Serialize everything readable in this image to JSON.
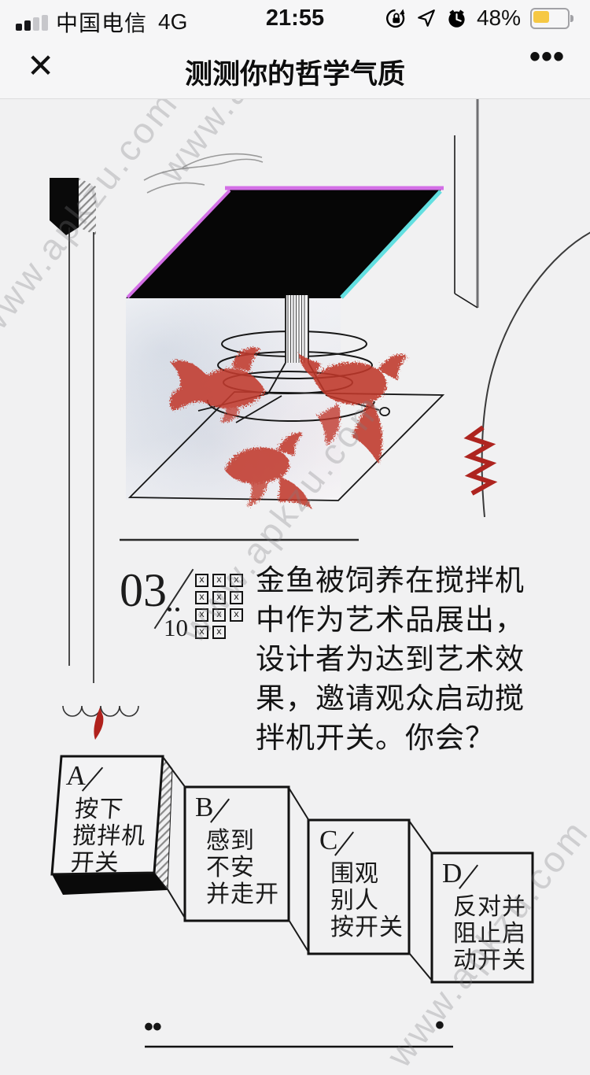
{
  "status_bar": {
    "carrier": "中国电信",
    "network": "4G",
    "time": "21:55",
    "battery_percent": "48%"
  },
  "nav_bar": {
    "close_icon": "✕",
    "title": "测测你的哲学气质",
    "more_icon": "•••"
  },
  "watermark_text": "www.apkzu.com",
  "question": {
    "number": "03",
    "total": "10",
    "lines": [
      "金鱼被饲养在搅拌机",
      "中作为艺术品展出，",
      "设计者为达到艺术效",
      "果，邀请观众启动搅",
      "拌机开关。你会？"
    ]
  },
  "qr_mark": "x",
  "options": [
    {
      "label": "A",
      "lines": [
        "按下",
        "搅拌机",
        "开关"
      ]
    },
    {
      "label": "B",
      "lines": [
        "感到",
        "不安",
        "并走开"
      ]
    },
    {
      "label": "C",
      "lines": [
        "围观",
        "别人",
        "按开关"
      ]
    },
    {
      "label": "D",
      "lines": [
        "反对并",
        "阻止启",
        "动开关"
      ]
    }
  ],
  "footer": {
    "dots_left": "••",
    "dots_right": "•"
  },
  "colors": {
    "accent_magenta": "#d36fe6",
    "accent_cyan": "#62dfe0",
    "fish_red": "#c0392b",
    "battery_yellow": "#f6c844"
  }
}
